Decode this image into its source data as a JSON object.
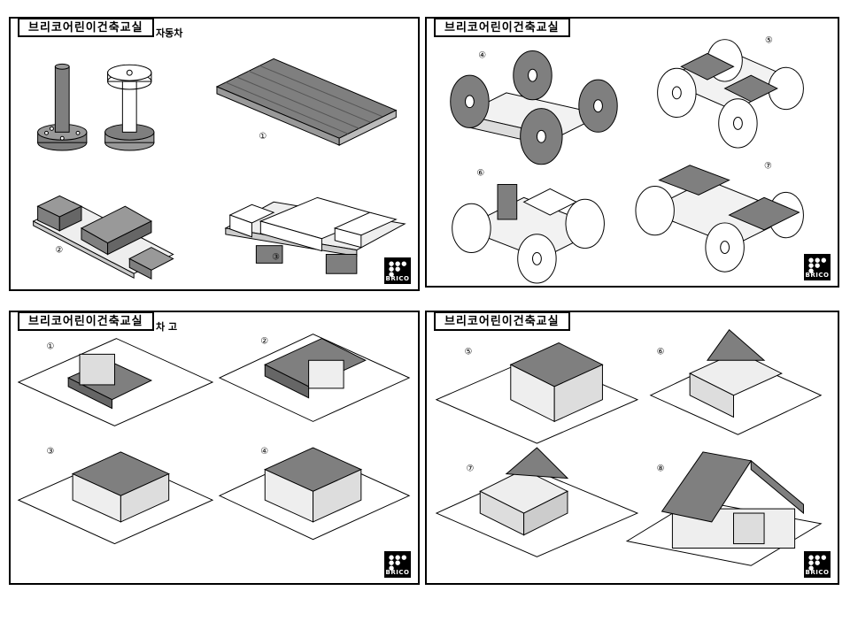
{
  "panels": [
    {
      "header": "브리코어린이건축교실",
      "subtitle": "자동차",
      "steps": [
        "①",
        "②",
        "③"
      ],
      "logo": "BRICO"
    },
    {
      "header": "브리코어린이건축교실",
      "subtitle": "",
      "steps": [
        "④",
        "⑤",
        "⑥",
        "⑦"
      ],
      "logo": "BRICO"
    },
    {
      "header": "브리코어린이건축교실",
      "subtitle": "차 고",
      "steps": [
        "①",
        "②",
        "③",
        "④"
      ],
      "logo": "BRICO"
    },
    {
      "header": "브리코어린이건축교실",
      "subtitle": "",
      "steps": [
        "⑤",
        "⑥",
        "⑦",
        "⑧"
      ],
      "logo": "BRICO"
    }
  ],
  "colors": {
    "dark_block": "#7f7f7f",
    "light_block": "#f2f2f2",
    "line": "#000000"
  }
}
